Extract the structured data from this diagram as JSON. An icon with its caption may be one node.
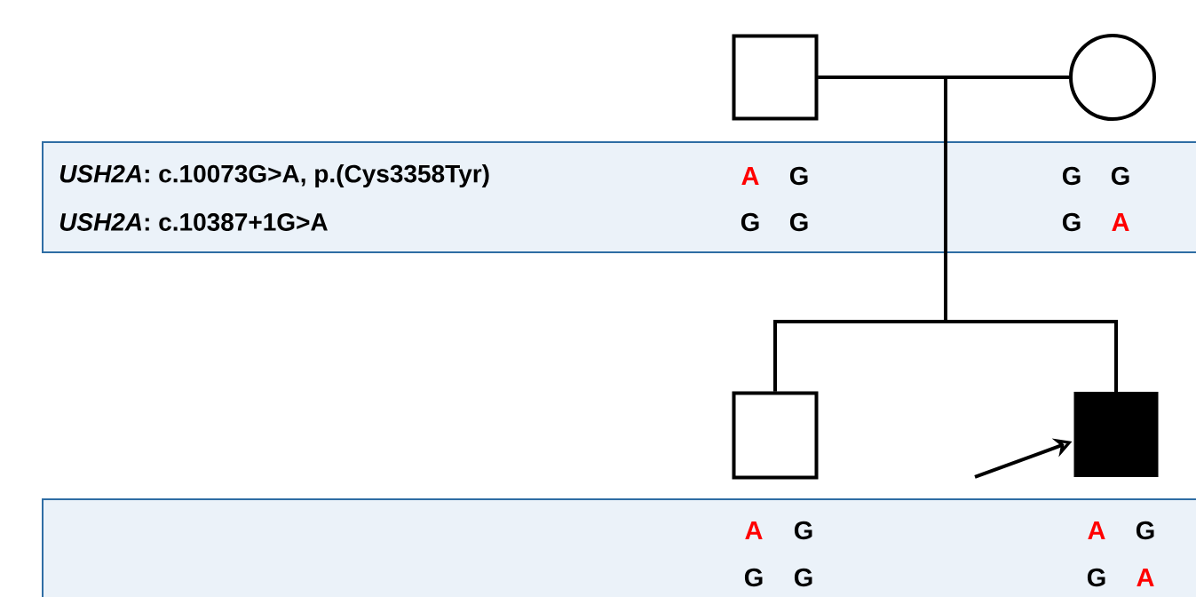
{
  "diagram": {
    "nodes": [
      {
        "text": [],
        "shape": "box"
      },
      {
        "text": [],
        "shape": "circle"
      },
      {
        "text": [],
        "shape": "box"
      },
      {
        "text": [],
        "shape": "box"
      }
    ],
    "edges": [
      {
        "from": 0,
        "to": 1,
        "arrow": "none"
      },
      {
        "from": 0,
        "to": 2,
        "arrow": "none"
      },
      {
        "from": 0,
        "to": 3,
        "arrow": "none"
      },
      {
        "from": 1,
        "to": 2,
        "arrow": "none"
      },
      {
        "from": 1,
        "to": 3,
        "arrow": "none"
      },
      {
        "from": null,
        "to": 3,
        "arrow": "to"
      }
    ],
    "labels": [
      "*USH2A*: c.10073G>A, p.(Cys3358Tyr)",
      "A",
      "G",
      "G",
      "G",
      "*USH2A*: c.10387+1G>A",
      "G",
      "G",
      "G",
      "A",
      "A",
      "G",
      "A",
      "G",
      "G",
      "G",
      "G",
      "A"
    ]
  }
}
